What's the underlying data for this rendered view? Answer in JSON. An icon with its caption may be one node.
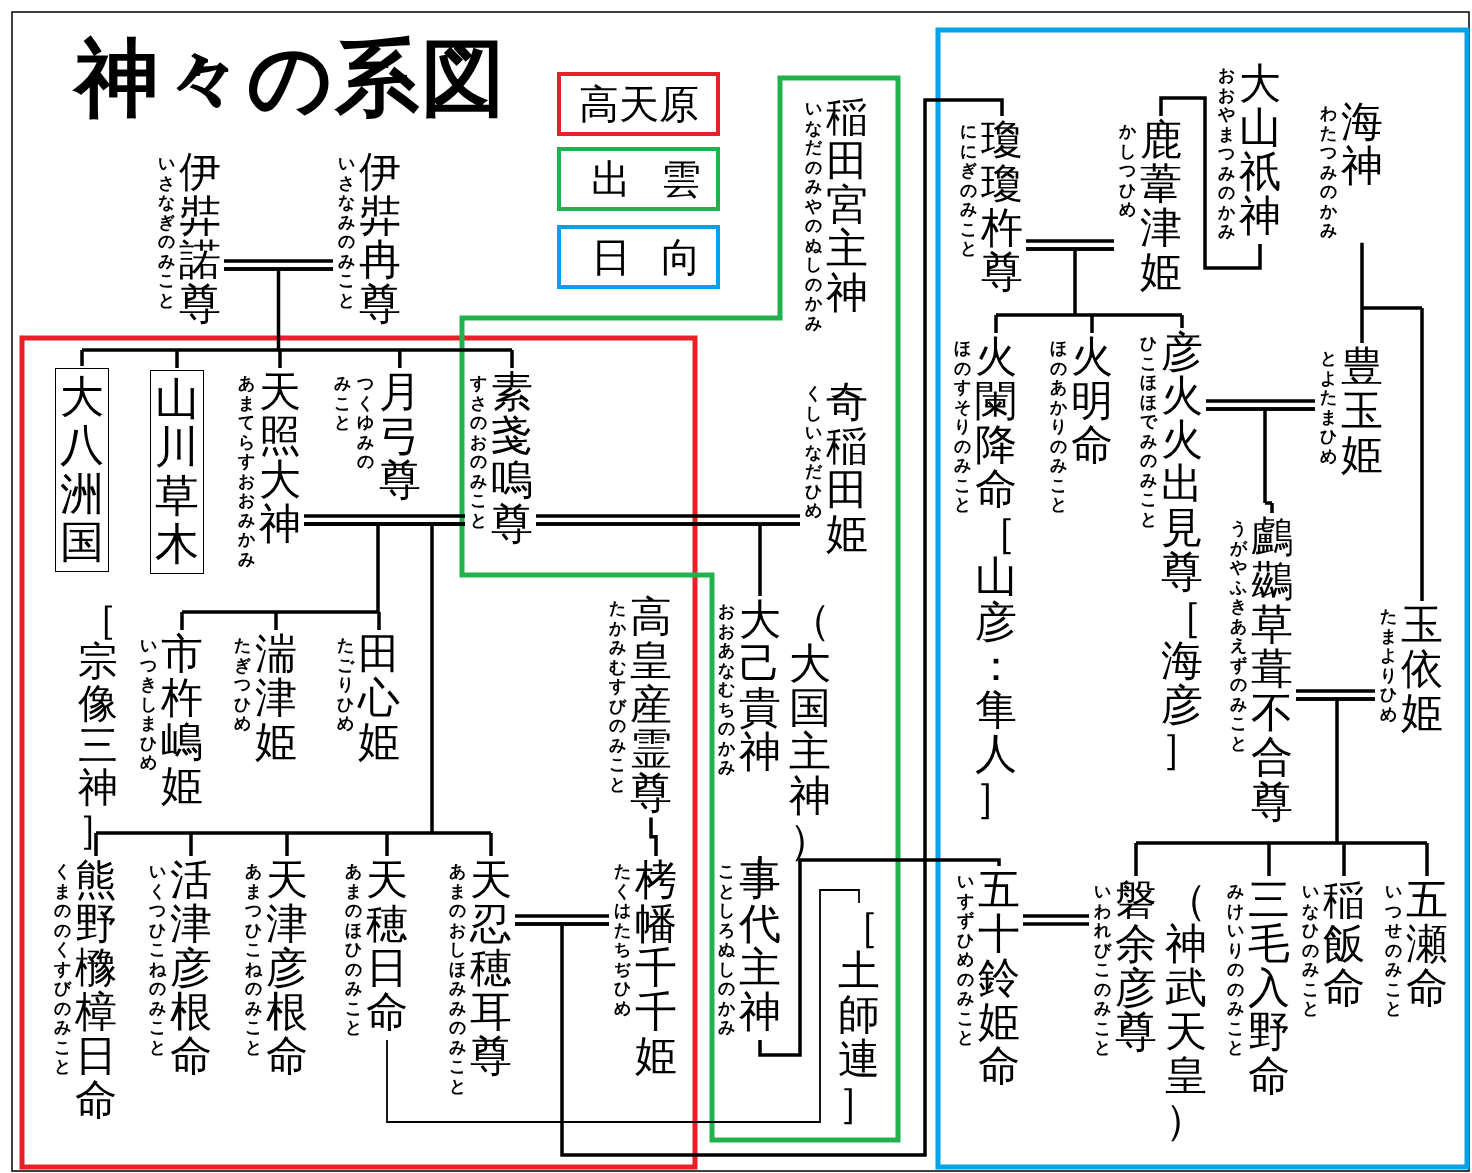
{
  "diagram": {
    "title": "神々の系図",
    "nodes": [
      {
        "text": [
          "いさなぎのみこと",
          "伊弉諾尊"
        ]
      },
      {
        "text": [
          "いさなみのみこと",
          "伊弉冉尊"
        ]
      },
      {
        "text": [
          "大八洲国"
        ]
      },
      {
        "text": [
          "山川草木"
        ]
      },
      {
        "text": [
          "あまてらすおおみかみ",
          "天照大神"
        ]
      },
      {
        "text": [
          "つくゆみのみこと",
          "月弓尊"
        ]
      },
      {
        "text": [
          "すさのおのみこと",
          "素戔嗚尊"
        ]
      },
      {
        "text": [
          "いなだのみやのぬしのかみ",
          "稲田宮主神"
        ]
      },
      {
        "text": [
          "くしいなだひめ",
          "奇稲田姫"
        ]
      },
      {
        "text": [
          "たごりひめ",
          "田心姫"
        ]
      },
      {
        "text": [
          "たぎつひめ",
          "湍津姫"
        ]
      },
      {
        "text": [
          "いつきしまひめ",
          "市杵嶋姫"
        ]
      },
      {
        "text": [
          "たかみむすびのみこと",
          "高皇産霊尊"
        ]
      },
      {
        "text": [
          "たくはたちぢひめ",
          "栲幡千千姫"
        ]
      },
      {
        "text": [
          "おおあなむちのかみ",
          "大己貴神"
        ],
        "beside": [
          "（大国主神）"
        ]
      },
      {
        "text": [
          "ことしろぬしのかみ",
          "事代主神"
        ]
      },
      {
        "text": [
          "［土師連］"
        ]
      },
      {
        "text": [
          "あまのおしほみみのみこと",
          "天忍穂耳尊"
        ]
      },
      {
        "text": [
          "あまのほひのみこと",
          "天穂日命"
        ]
      },
      {
        "text": [
          "あまつひこねのみこと",
          "天津彦根命"
        ]
      },
      {
        "text": [
          "いくつひこねのみこと",
          "活津彦根命"
        ]
      },
      {
        "text": [
          "くまののくすびのみこと",
          "熊野櫲樟日命"
        ]
      },
      {
        "text": [
          "ににぎのみこと",
          "瓊瓊杵尊"
        ]
      },
      {
        "text": [
          "かしつひめ",
          "鹿葦津姫"
        ]
      },
      {
        "text": [
          "おおやまつみのかみ",
          "大山祇神"
        ]
      },
      {
        "text": [
          "わたつみのかみ",
          "海神"
        ]
      },
      {
        "text": [
          "ほのすそりのみこと",
          "火闌降命"
        ],
        "beside": [
          "［山彦：隼人］"
        ]
      },
      {
        "text": [
          "ほのあかりのみこと",
          "火明命"
        ]
      },
      {
        "text": [
          "ひこほほでみのみこと",
          "彦火火出見尊"
        ],
        "beside": [
          "［海彦］"
        ]
      },
      {
        "text": [
          "とよたまひめ",
          "豊玉姫"
        ]
      },
      {
        "text": [
          "うがやふきあえずのみこと",
          "鸕鷀草葺不合尊"
        ]
      },
      {
        "text": [
          "たまよりひめ",
          "玉依姫"
        ]
      },
      {
        "text": [
          "いすずひめのみこと",
          "五十鈴姫命"
        ]
      },
      {
        "text": [
          "いわれびこのみこと",
          "磐余彦尊"
        ],
        "beside": [
          "（神武天皇）"
        ]
      },
      {
        "text": [
          "みけいりののみこと",
          "三毛入野命"
        ]
      },
      {
        "text": [
          "いなひのみこと",
          "稲飯命"
        ]
      },
      {
        "text": [
          "いつせのみこと",
          "五瀬命"
        ]
      }
    ],
    "edges": [
      {
        "from": 0,
        "to": 1,
        "arrow": "none"
      },
      {
        "from": 0,
        "to": 2,
        "arrow": "none"
      },
      {
        "from": 0,
        "to": 3,
        "arrow": "none"
      },
      {
        "from": 0,
        "to": 4,
        "arrow": "none"
      },
      {
        "from": 0,
        "to": 5,
        "arrow": "none"
      },
      {
        "from": 0,
        "to": 6,
        "arrow": "none"
      },
      {
        "from": 1,
        "to": 2,
        "arrow": "none"
      },
      {
        "from": 1,
        "to": 3,
        "arrow": "none"
      },
      {
        "from": 1,
        "to": 4,
        "arrow": "none"
      },
      {
        "from": 1,
        "to": 5,
        "arrow": "none"
      },
      {
        "from": 1,
        "to": 6,
        "arrow": "none"
      },
      {
        "from": 4,
        "to": 6,
        "arrow": "none"
      },
      {
        "from": 4,
        "to": 9,
        "arrow": "none"
      },
      {
        "from": 4,
        "to": 10,
        "arrow": "none"
      },
      {
        "from": 4,
        "to": 11,
        "arrow": "none"
      },
      {
        "from": 6,
        "to": 9,
        "arrow": "none"
      },
      {
        "from": 6,
        "to": 10,
        "arrow": "none"
      },
      {
        "from": 6,
        "to": 11,
        "arrow": "none"
      },
      {
        "from": 4,
        "to": 17,
        "arrow": "none"
      },
      {
        "from": 4,
        "to": 18,
        "arrow": "none"
      },
      {
        "from": 4,
        "to": 19,
        "arrow": "none"
      },
      {
        "from": 4,
        "to": 20,
        "arrow": "none"
      },
      {
        "from": 4,
        "to": 21,
        "arrow": "none"
      },
      {
        "from": 6,
        "to": 17,
        "arrow": "none"
      },
      {
        "from": 6,
        "to": 18,
        "arrow": "none"
      },
      {
        "from": 6,
        "to": 19,
        "arrow": "none"
      },
      {
        "from": 6,
        "to": 20,
        "arrow": "none"
      },
      {
        "from": 6,
        "to": 21,
        "arrow": "none"
      },
      {
        "from": 6,
        "to": 8,
        "arrow": "none"
      },
      {
        "from": 6,
        "to": 14,
        "arrow": "none"
      },
      {
        "from": 8,
        "to": 14,
        "arrow": "none"
      },
      {
        "from": 17,
        "to": 13,
        "arrow": "none"
      },
      {
        "from": 17,
        "to": 22,
        "arrow": "none"
      },
      {
        "from": 13,
        "to": 22,
        "arrow": "none"
      },
      {
        "from": 12,
        "to": 13,
        "arrow": "none"
      },
      {
        "from": 14,
        "to": 15,
        "arrow": "none"
      },
      {
        "from": 15,
        "to": 32,
        "arrow": "none"
      },
      {
        "from": 18,
        "to": 16,
        "arrow": "none"
      },
      {
        "from": 24,
        "to": 23,
        "arrow": "none"
      },
      {
        "from": 22,
        "to": 23,
        "arrow": "none"
      },
      {
        "from": 22,
        "to": 26,
        "arrow": "none"
      },
      {
        "from": 22,
        "to": 27,
        "arrow": "none"
      },
      {
        "from": 22,
        "to": 28,
        "arrow": "none"
      },
      {
        "from": 23,
        "to": 26,
        "arrow": "none"
      },
      {
        "from": 23,
        "to": 27,
        "arrow": "none"
      },
      {
        "from": 23,
        "to": 28,
        "arrow": "none"
      },
      {
        "from": 25,
        "to": 29,
        "arrow": "none"
      },
      {
        "from": 25,
        "to": 31,
        "arrow": "none"
      },
      {
        "from": 28,
        "to": 29,
        "arrow": "none"
      },
      {
        "from": 28,
        "to": 30,
        "arrow": "none"
      },
      {
        "from": 29,
        "to": 30,
        "arrow": "none"
      },
      {
        "from": 30,
        "to": 31,
        "arrow": "none"
      },
      {
        "from": 30,
        "to": 33,
        "arrow": "none"
      },
      {
        "from": 30,
        "to": 34,
        "arrow": "none"
      },
      {
        "from": 30,
        "to": 35,
        "arrow": "none"
      },
      {
        "from": 30,
        "to": 36,
        "arrow": "none"
      },
      {
        "from": 31,
        "to": 33,
        "arrow": "none"
      },
      {
        "from": 31,
        "to": 34,
        "arrow": "none"
      },
      {
        "from": 31,
        "to": 35,
        "arrow": "none"
      },
      {
        "from": 31,
        "to": 36,
        "arrow": "none"
      },
      {
        "from": 32,
        "to": 33,
        "arrow": "none"
      }
    ],
    "labels": [
      "［宗像三神］"
    ],
    "legend": [
      {
        "text": "高天原",
        "color": "#e8202a"
      },
      {
        "text": "出雲",
        "color": "#22b14c"
      },
      {
        "text": "日向",
        "color": "#00a2e8"
      }
    ]
  }
}
